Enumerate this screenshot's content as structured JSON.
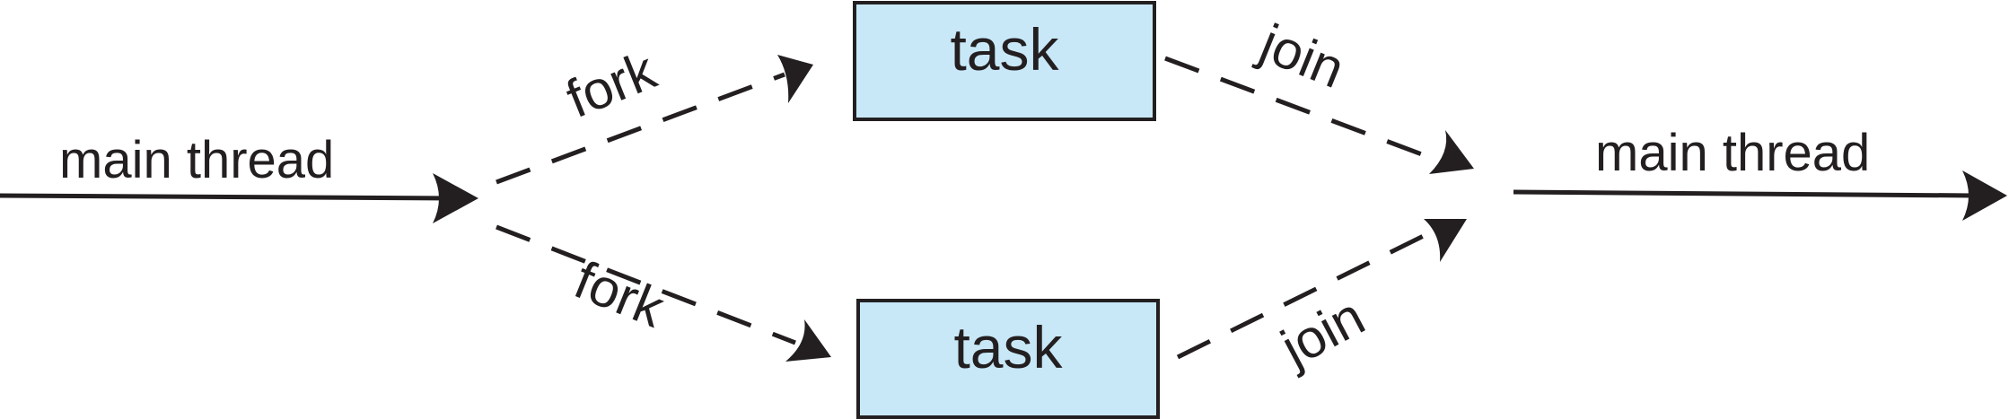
{
  "labels": {
    "main_thread_in": "main thread",
    "main_thread_out": "main thread",
    "fork_top": "fork",
    "fork_bottom": "fork",
    "join_top": "join",
    "join_bottom": "join"
  },
  "tasks": [
    {
      "label": "task"
    },
    {
      "label": "task"
    }
  ],
  "colors": {
    "task_fill": "#c8e8f8",
    "line": "#231f20"
  }
}
